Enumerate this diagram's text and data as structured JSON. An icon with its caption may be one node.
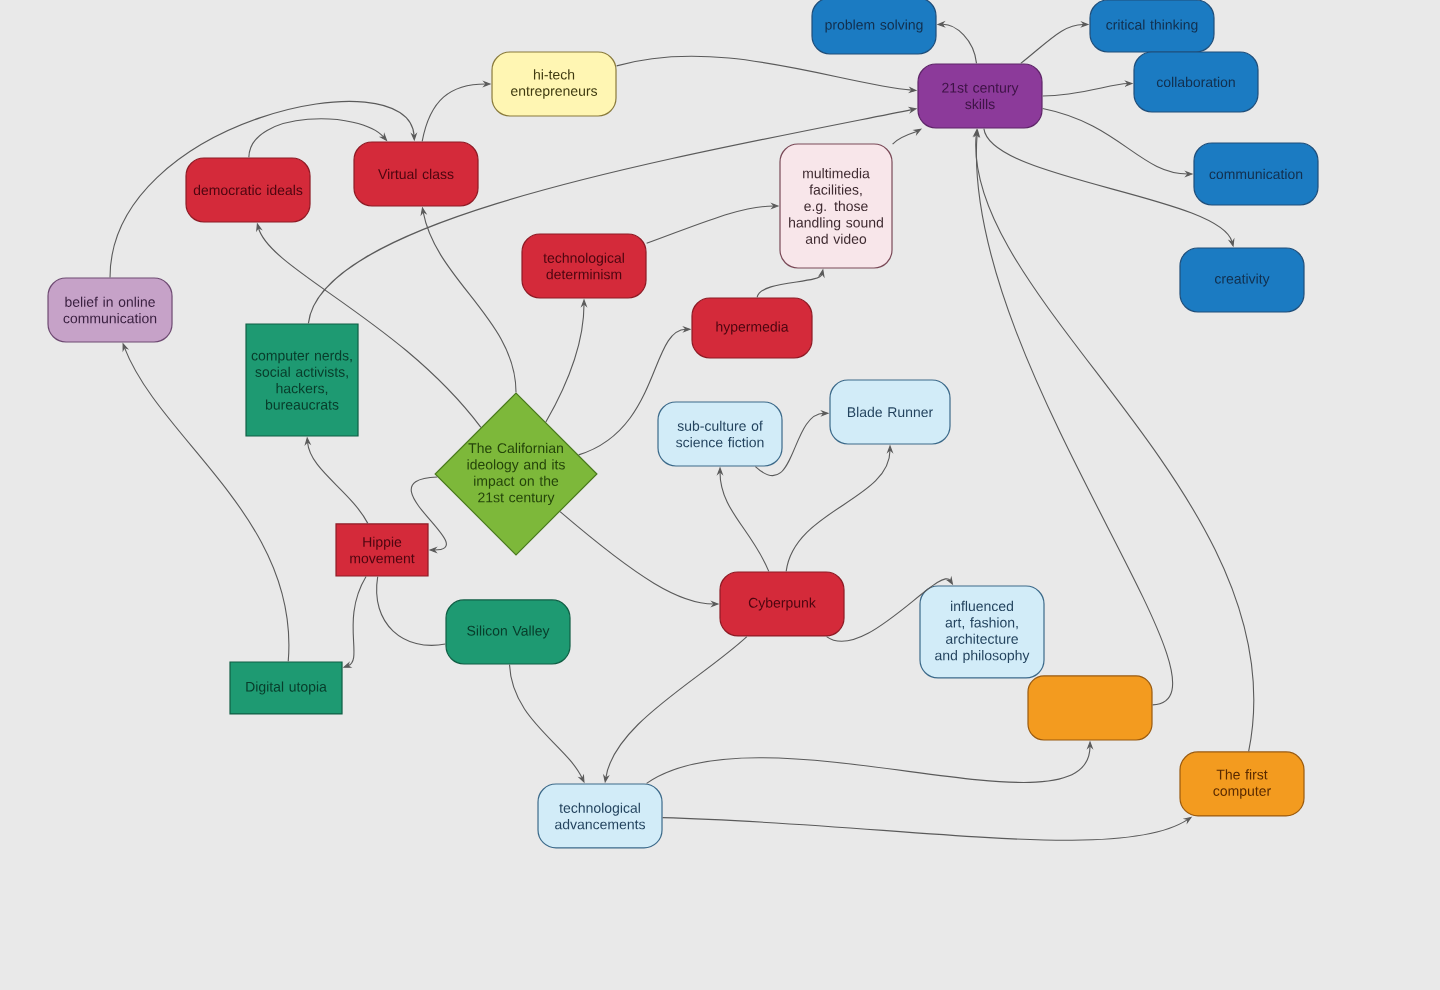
{
  "diagram": {
    "nodes": [
      {
        "text": [
          "problem solving"
        ]
      },
      {
        "text": [
          "critical thinking"
        ]
      },
      {
        "text": [
          "21st century skills"
        ]
      },
      {
        "text": [
          "hi-tech entrepreneurs"
        ]
      },
      {
        "text": [
          "collaboration"
        ]
      },
      {
        "text": [
          "democratic ideals"
        ]
      },
      {
        "text": [
          "Virtual class"
        ]
      },
      {
        "text": [
          "communication"
        ]
      },
      {
        "text": [
          "multimedia facilities, e.g. those handling sound and video"
        ]
      },
      {
        "text": [
          "belief in online communication"
        ]
      },
      {
        "text": [
          "technological determinism"
        ]
      },
      {
        "text": [
          "creativity"
        ]
      },
      {
        "text": [
          "hypermedia"
        ]
      },
      {
        "text": [
          "computer nerds, social activists, hackers, bureaucrats"
        ]
      },
      {
        "text": [
          "The Californian ideology and its impact on the 21st century"
        ]
      },
      {
        "text": [
          "sub-culture of science fiction"
        ]
      },
      {
        "text": [
          "Blade Runner"
        ]
      },
      {
        "text": [
          "Hippie movement"
        ]
      },
      {
        "text": [
          "Cyberpunk"
        ]
      },
      {
        "text": [
          "influenced art, fashion, architecture and philosophy"
        ]
      },
      {
        "text": [
          "Silicon Valley"
        ]
      },
      {
        "text": [
          "Digital utopia"
        ]
      },
      {
        "text": [],
        "shape": "box"
      },
      {
        "text": [
          "technological advancements"
        ]
      },
      {
        "text": [
          "The first computer"
        ]
      }
    ],
    "edges": [
      {
        "from": 9,
        "to": 6,
        "arrow": "to"
      },
      {
        "from": 5,
        "to": 6,
        "arrow": "to"
      },
      {
        "from": 6,
        "to": 3,
        "arrow": "to"
      },
      {
        "from": 3,
        "to": 2,
        "arrow": "to"
      },
      {
        "from": 14,
        "to": 5,
        "arrow": "to"
      },
      {
        "from": 14,
        "to": 6,
        "arrow": "to"
      },
      {
        "from": 13,
        "to": 2,
        "arrow": "to"
      },
      {
        "from": 14,
        "to": 10,
        "arrow": "to"
      },
      {
        "from": 10,
        "to": 8,
        "arrow": "to"
      },
      {
        "from": 14,
        "to": 12,
        "arrow": "to"
      },
      {
        "from": 12,
        "to": 8,
        "arrow": "to"
      },
      {
        "from": 8,
        "to": 2,
        "arrow": "to"
      },
      {
        "from": 2,
        "to": 0,
        "arrow": "to"
      },
      {
        "from": 2,
        "to": 1,
        "arrow": "to"
      },
      {
        "from": 2,
        "to": 4,
        "arrow": "to"
      },
      {
        "from": 2,
        "to": 7,
        "arrow": "to"
      },
      {
        "from": 2,
        "to": 11,
        "arrow": "to"
      },
      {
        "from": 14,
        "to": 18,
        "arrow": "to"
      },
      {
        "from": 18,
        "to": 15,
        "arrow": "to"
      },
      {
        "from": 18,
        "to": 16,
        "arrow": "to"
      },
      {
        "from": 15,
        "to": 16,
        "arrow": "to"
      },
      {
        "from": 18,
        "to": 19,
        "arrow": "to"
      },
      {
        "from": 18,
        "to": 23,
        "arrow": "to"
      },
      {
        "from": 20,
        "to": 23,
        "arrow": "to"
      },
      {
        "from": 23,
        "to": 22,
        "arrow": "to"
      },
      {
        "from": 23,
        "to": 24,
        "arrow": "to"
      },
      {
        "from": 22,
        "to": 2,
        "arrow": "to"
      },
      {
        "from": 24,
        "to": 2,
        "arrow": "to"
      },
      {
        "from": 14,
        "to": 17,
        "arrow": "to"
      },
      {
        "from": 17,
        "to": 13,
        "arrow": "to"
      },
      {
        "from": 17,
        "to": 20,
        "arrow": "none"
      },
      {
        "from": 17,
        "to": 21,
        "arrow": "to"
      },
      {
        "from": 21,
        "to": 9,
        "arrow": "to"
      }
    ]
  }
}
